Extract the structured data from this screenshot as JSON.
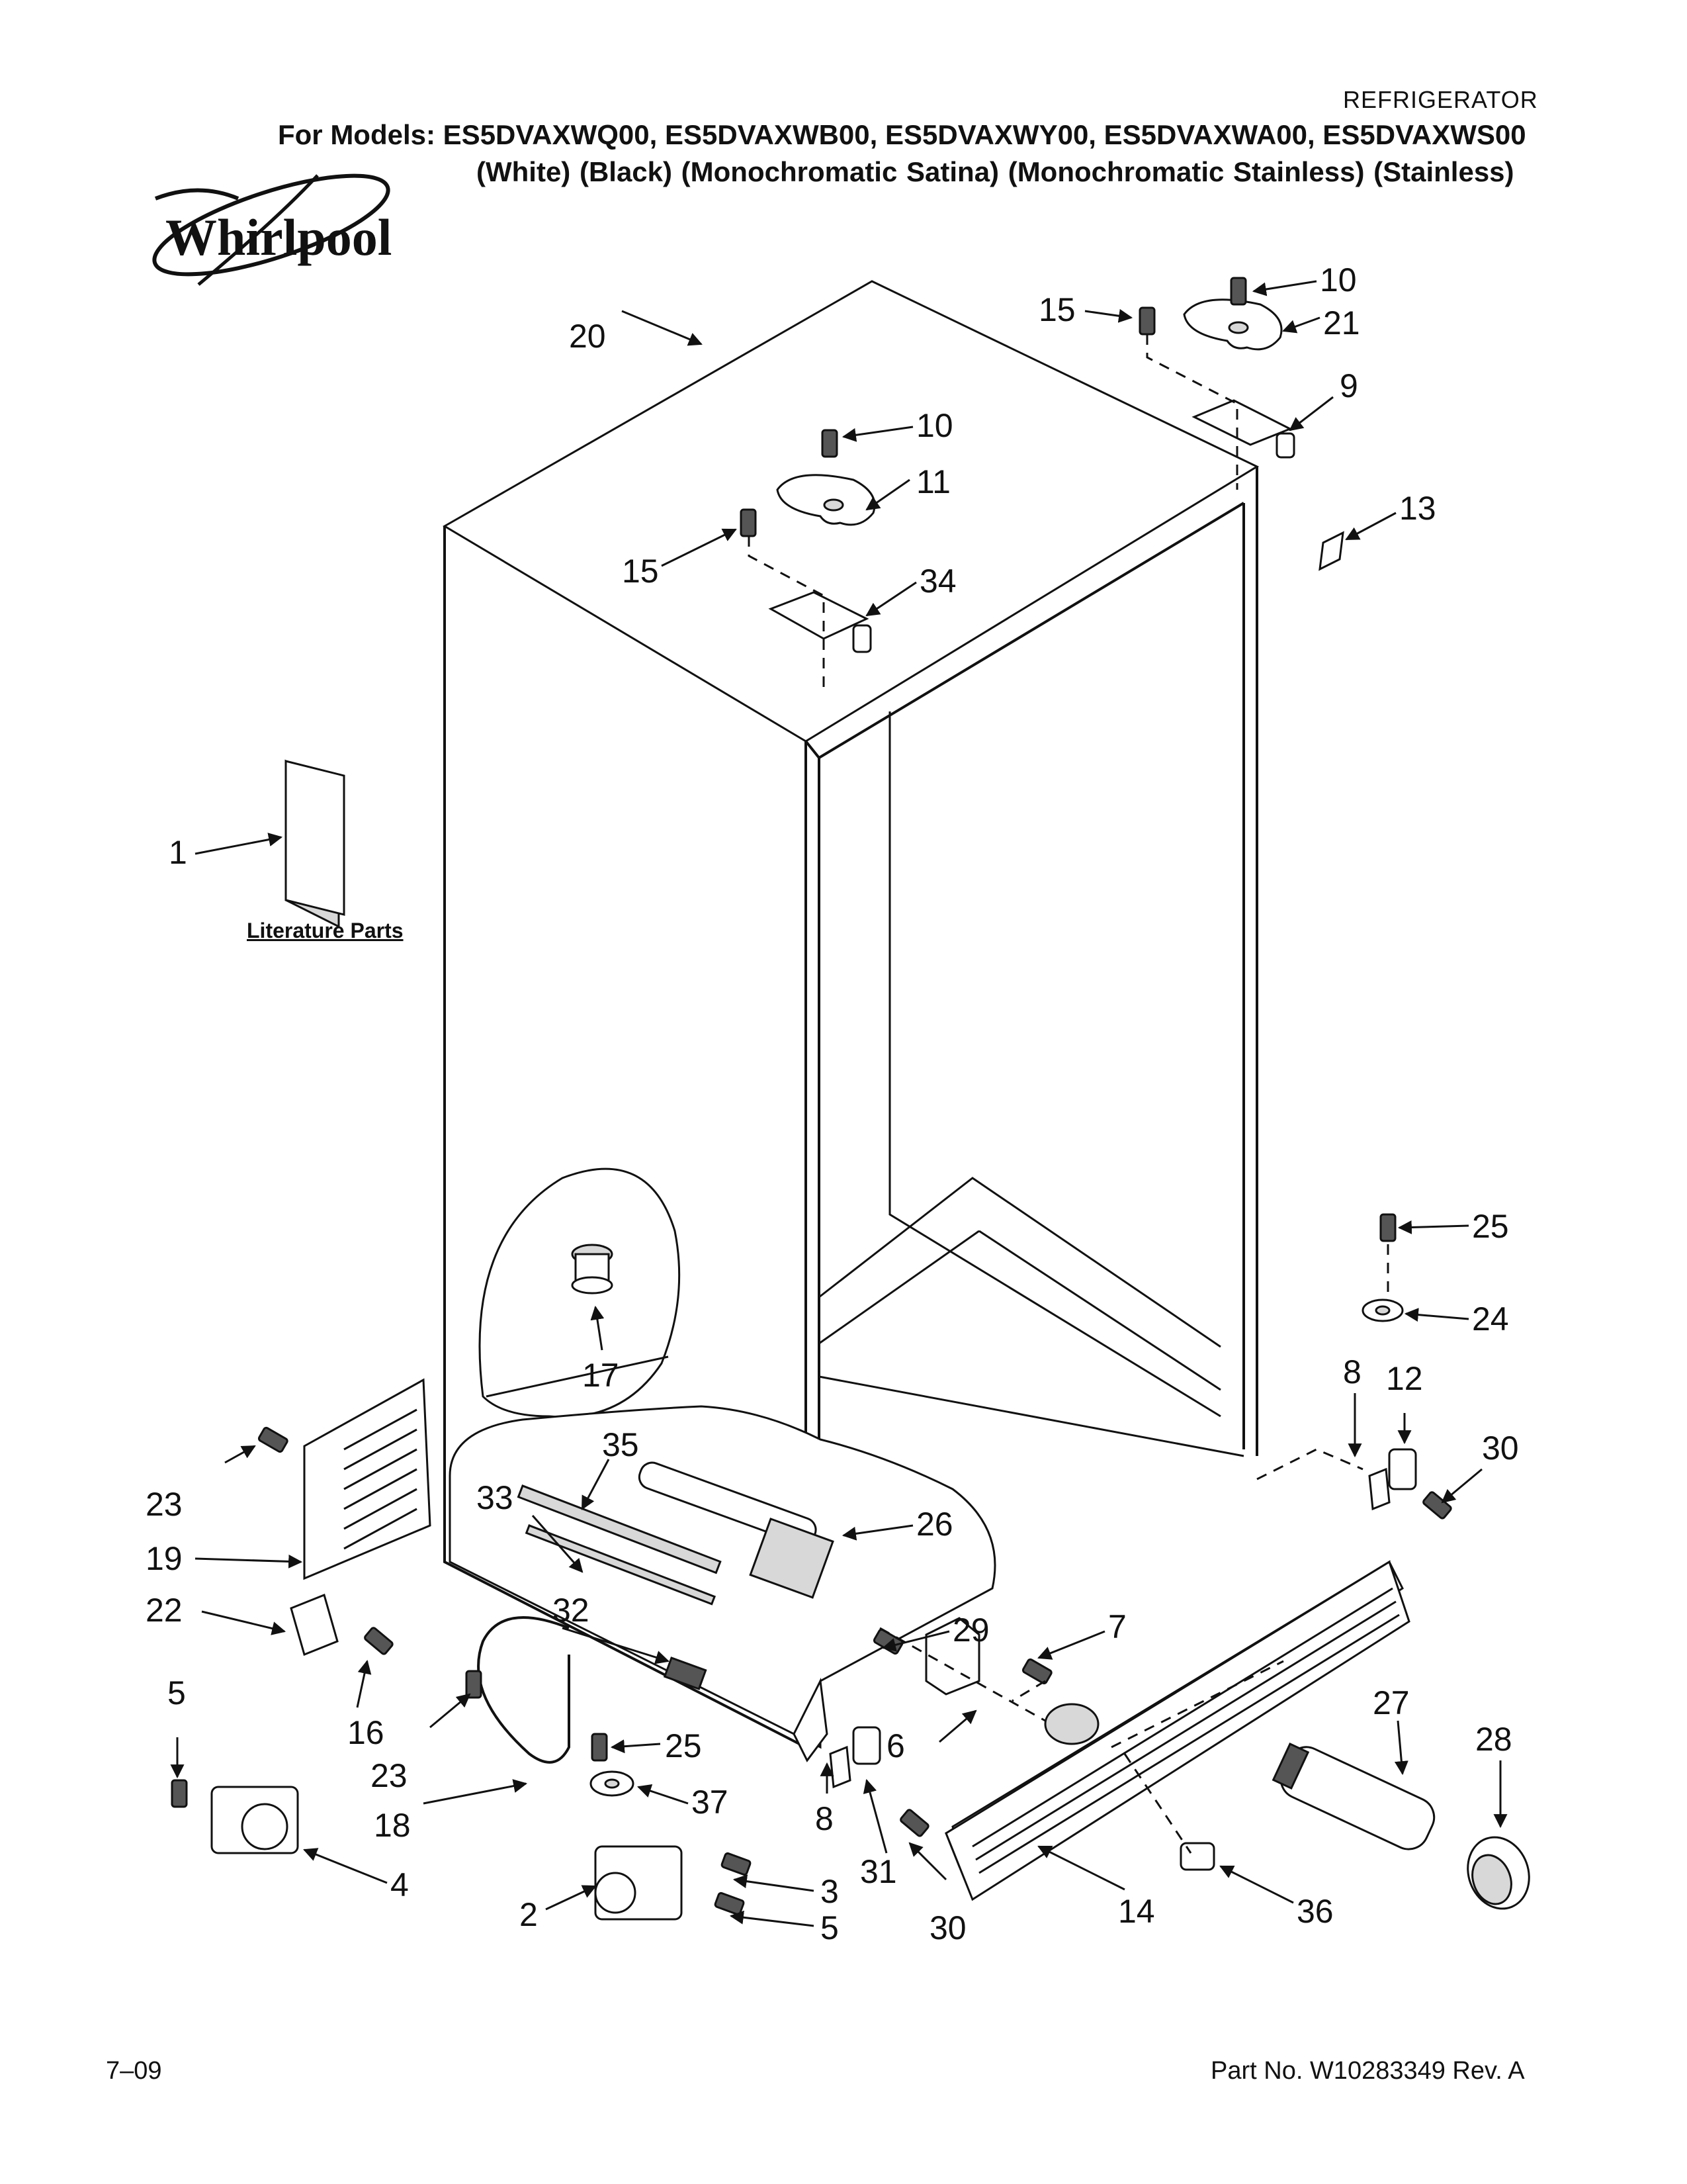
{
  "header": {
    "category": "REFRIGERATOR",
    "models_line": "For Models: ES5DVAXWQ00, ES5DVAXWB00, ES5DVAXWY00, ES5DVAXWA00, ES5DVAXWS00",
    "colors_line": "(White)            (Black) (Monochromatic Satina) (Monochromatic Stainless) (Stainless)"
  },
  "brand": {
    "name": "Whirlpool",
    "logo_icon": "whirlpool-swirl-logo"
  },
  "literature": {
    "label": "Literature Parts"
  },
  "callouts": {
    "c1": "1",
    "c2": "2",
    "c3": "3",
    "c4": "4",
    "c5a": "5",
    "c5b": "5",
    "c6": "6",
    "c7": "7",
    "c8a": "8",
    "c8b": "8",
    "c9": "9",
    "c10a": "10",
    "c10b": "10",
    "c11": "11",
    "c12": "12",
    "c13": "13",
    "c14": "14",
    "c15a": "15",
    "c15b": "15",
    "c16": "16",
    "c17": "17",
    "c18": "18",
    "c19": "19",
    "c20": "20",
    "c21": "21",
    "c22": "22",
    "c23a": "23",
    "c23b": "23",
    "c24": "24",
    "c25a": "25",
    "c25b": "25",
    "c26": "26",
    "c27": "27",
    "c28": "28",
    "c29": "29",
    "c30a": "30",
    "c30b": "30",
    "c31": "31",
    "c32": "32",
    "c33": "33",
    "c34": "34",
    "c35": "35",
    "c36": "36",
    "c37": "37"
  },
  "footer": {
    "date": "7–09",
    "part_number": "Part No. W10283349 Rev. A"
  }
}
